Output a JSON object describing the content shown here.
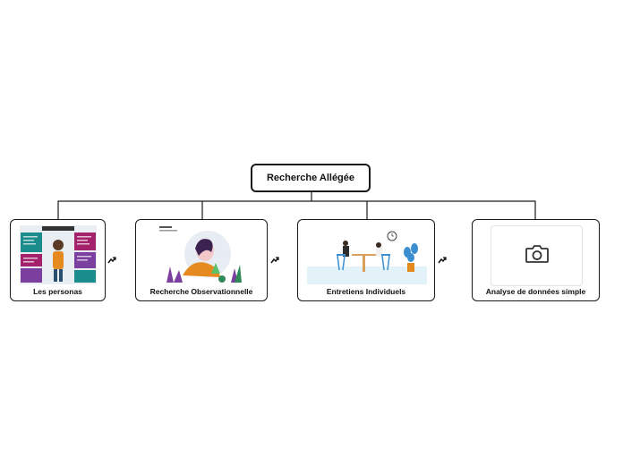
{
  "root": {
    "title": "Recherche Allégée"
  },
  "nodes": [
    {
      "label": "Les personas",
      "image": "persona-infographic"
    },
    {
      "label": "Recherche Observationnelle",
      "image": "observation-illustration"
    },
    {
      "label": "Entretiens Individuels",
      "image": "interview-illustration"
    },
    {
      "label": "Analyse de données simple",
      "image": "camera-icon"
    }
  ],
  "expand_icon": "shortcut-arrow-icon",
  "colors": {
    "stroke": "#1a1a1a",
    "teal": "#1a8c8c",
    "magenta": "#a3226b",
    "orange": "#e58a1f",
    "purple": "#7b3fa0"
  }
}
